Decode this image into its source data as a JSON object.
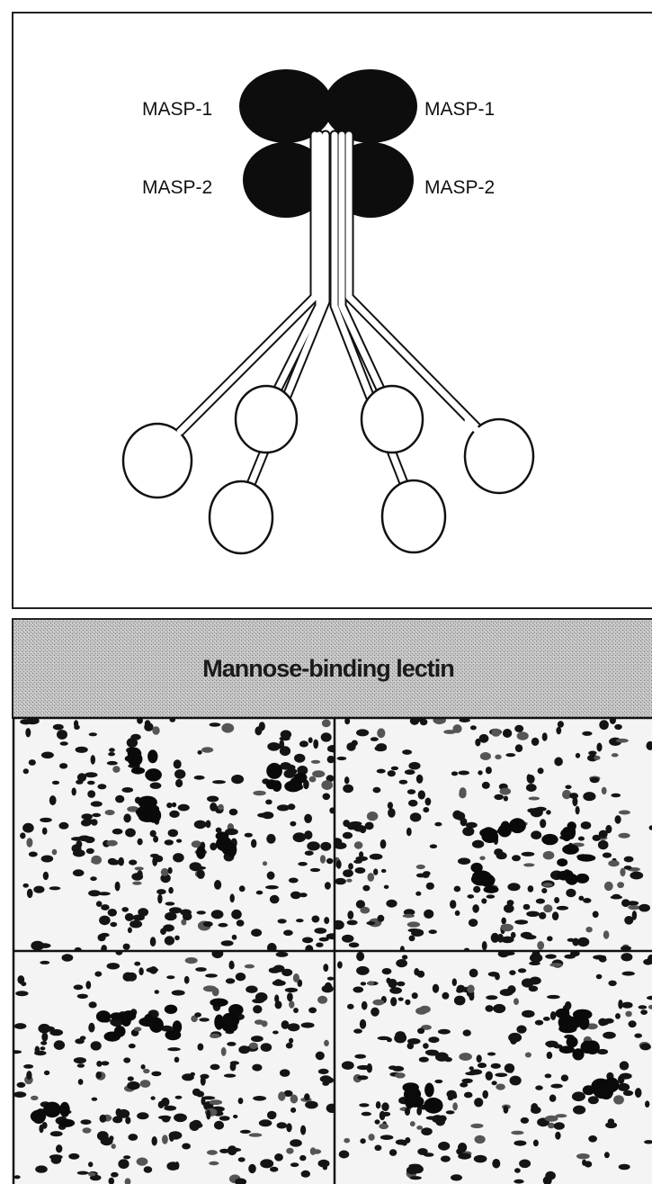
{
  "diagram": {
    "labels": {
      "masp1_left": "MASP-1",
      "masp1_right": "MASP-1",
      "masp2_left": "MASP-2",
      "masp2_right": "MASP-2"
    }
  },
  "micrographs": {
    "title": "Mannose-binding lectin",
    "panel_count": 4
  },
  "colors": {
    "ink": "#111111",
    "banner_gray": "#b8b8b8",
    "paper": "#ffffff"
  }
}
